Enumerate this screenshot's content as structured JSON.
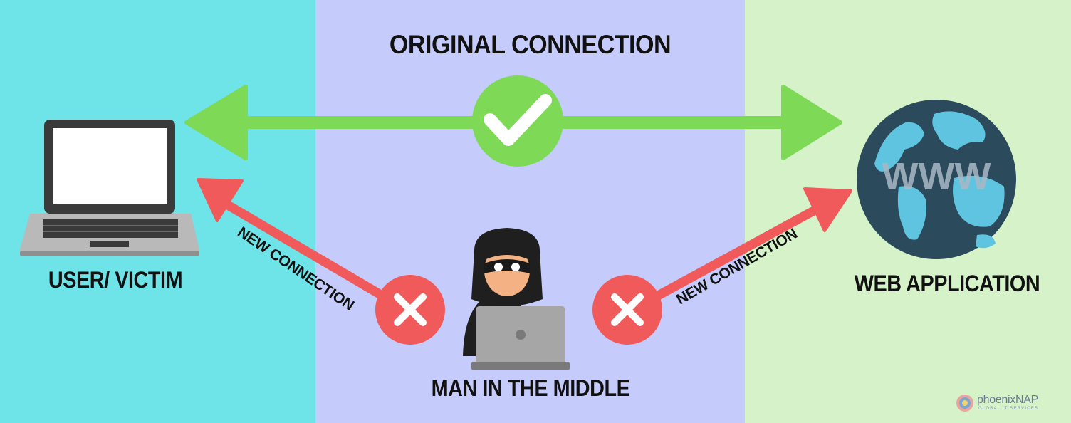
{
  "diagram": {
    "title": "ORIGINAL CONNECTION",
    "user_label": "USER/ VICTIM",
    "web_label": "WEB APPLICATION",
    "mitm_label": "MAN IN THE MIDDLE",
    "new_connection_left": "NEW CONNECTION",
    "new_connection_right": "NEW CONNECTION",
    "globe_text": "WWW",
    "brand": "phoenixNAP",
    "brand_tagline": "GLOBAL IT SERVICES"
  },
  "colors": {
    "panel_left": "#6ee4e8",
    "panel_mid": "#c5ccfb",
    "panel_right": "#d5f2c9",
    "arrow_green": "#7ed957",
    "arrow_red": "#f05a5a",
    "globe_dark": "#2b4a5c",
    "globe_land": "#5fc4e0"
  },
  "icons": [
    "laptop-icon",
    "check-icon",
    "x-icon",
    "hacker-icon",
    "globe-icon"
  ]
}
